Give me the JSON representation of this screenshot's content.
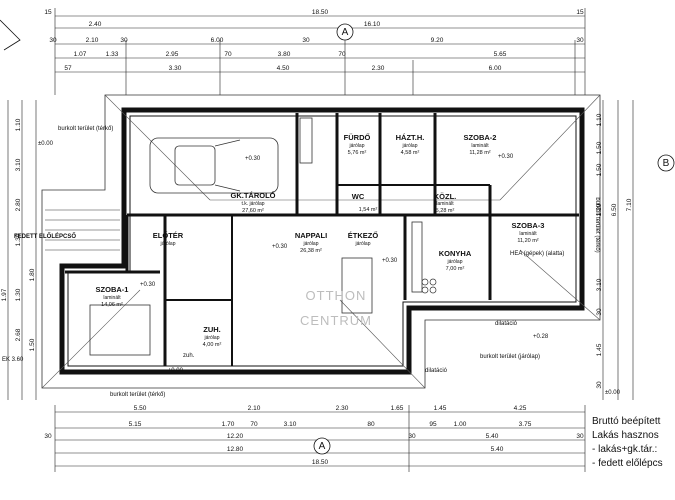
{
  "dims": {
    "top_total": "18.50",
    "top_edge_left": "15",
    "top_edge_right": "15",
    "row1": [
      "2.40",
      "16.10"
    ],
    "row2": [
      "30",
      "2.10",
      "30",
      "6.00",
      "30",
      "9.20",
      "30"
    ],
    "row3": [
      "1.07",
      "1.33",
      "2.95",
      "70",
      "3.80",
      "70",
      "5.65"
    ],
    "row4": [
      "57",
      "3.30",
      "4.50",
      "2.30",
      "6.00"
    ],
    "bottom1": [
      "5.50",
      "2.10",
      "2.30",
      "1.65",
      "1.45",
      "4.25"
    ],
    "bottom2": [
      "5.15",
      "1.70",
      "70",
      "3.10",
      "80",
      "95",
      "1.00",
      "3.75"
    ],
    "bottom3": [
      "30",
      "12.20",
      "30",
      "5.40",
      "30"
    ],
    "bottom4": [
      "12.80",
      "5.40"
    ],
    "bottom_total": "18.50",
    "left": [
      "1.10",
      "3.10",
      "2.80",
      "1.30",
      "1.80",
      "1.97",
      "1.30",
      "2.68",
      "1.50"
    ],
    "right": [
      "1.10",
      "1.50",
      "1.50",
      "6.50",
      "7.10",
      "1.20",
      "3.10",
      "30",
      "1.45",
      "30"
    ]
  },
  "axes": {
    "top": "A",
    "bottom": "A",
    "right": "B"
  },
  "rooms": [
    {
      "name": "GK.TÁROLÓ",
      "floor": "t.k. járólap",
      "area": "27,60 m²"
    },
    {
      "name": "FÜRDŐ",
      "floor": "járólap",
      "area": "5,76 m²"
    },
    {
      "name": "HÁZT.H.",
      "floor": "járólap",
      "area": "4,58 m²"
    },
    {
      "name": "SZOBA-2",
      "floor": "laminált",
      "area": "11,28 m²"
    },
    {
      "name": "WC",
      "floor": "",
      "area": "1,54 m²"
    },
    {
      "name": "KÖZL.",
      "floor": "laminált",
      "area": "5,28 m²"
    },
    {
      "name": "SZOBA-3",
      "floor": "laminált",
      "area": "11,20 m²"
    },
    {
      "name": "ELŐTÉR",
      "floor": "járólap",
      "area": ""
    },
    {
      "name": "NAPPALI",
      "floor": "járólap",
      "area": "26,38 m²"
    },
    {
      "name": "ÉTKEZŐ",
      "floor": "járólap",
      "area": ""
    },
    {
      "name": "KONYHA",
      "floor": "járólap",
      "area": "7,00 m²"
    },
    {
      "name": "SZOBA-1",
      "floor": "laminált",
      "area": "14,06 m²"
    },
    {
      "name": "ZUH.",
      "floor": "járólap",
      "area": "4,00 m²"
    }
  ],
  "labels": {
    "paved_top": "burkolt terület (térkő)",
    "paved_right": "burkolt terület (térkő)",
    "paved_bottom_right": "burkolt terület (járólap)",
    "paved_bottom": "burkolt terület (térkő)",
    "porch": "FEDETT ELŐLÉPCSŐ",
    "hea": "HEA (gépek) (alatta)",
    "drain1": "dilatáció",
    "drain2": "dilatáció",
    "zuh": "zuh.",
    "ek": "EK 3.60"
  },
  "levels": {
    "l1": "±0.00",
    "l2": "+0.30",
    "l3": "+0.30",
    "l4": "+0.30",
    "l5": "+0.30",
    "l6": "±0.00",
    "l7": "+0.28",
    "l8": "±0.00",
    "l9": "+0.30"
  },
  "legend": {
    "line1": "Bruttó beépített",
    "line2": "Lakás hasznos",
    "line3": "- lakás+gk.tár.:",
    "line4": "- fedett előlépcs"
  },
  "watermark": {
    "line1": "OTTHON",
    "line2": "CENTRUM"
  }
}
